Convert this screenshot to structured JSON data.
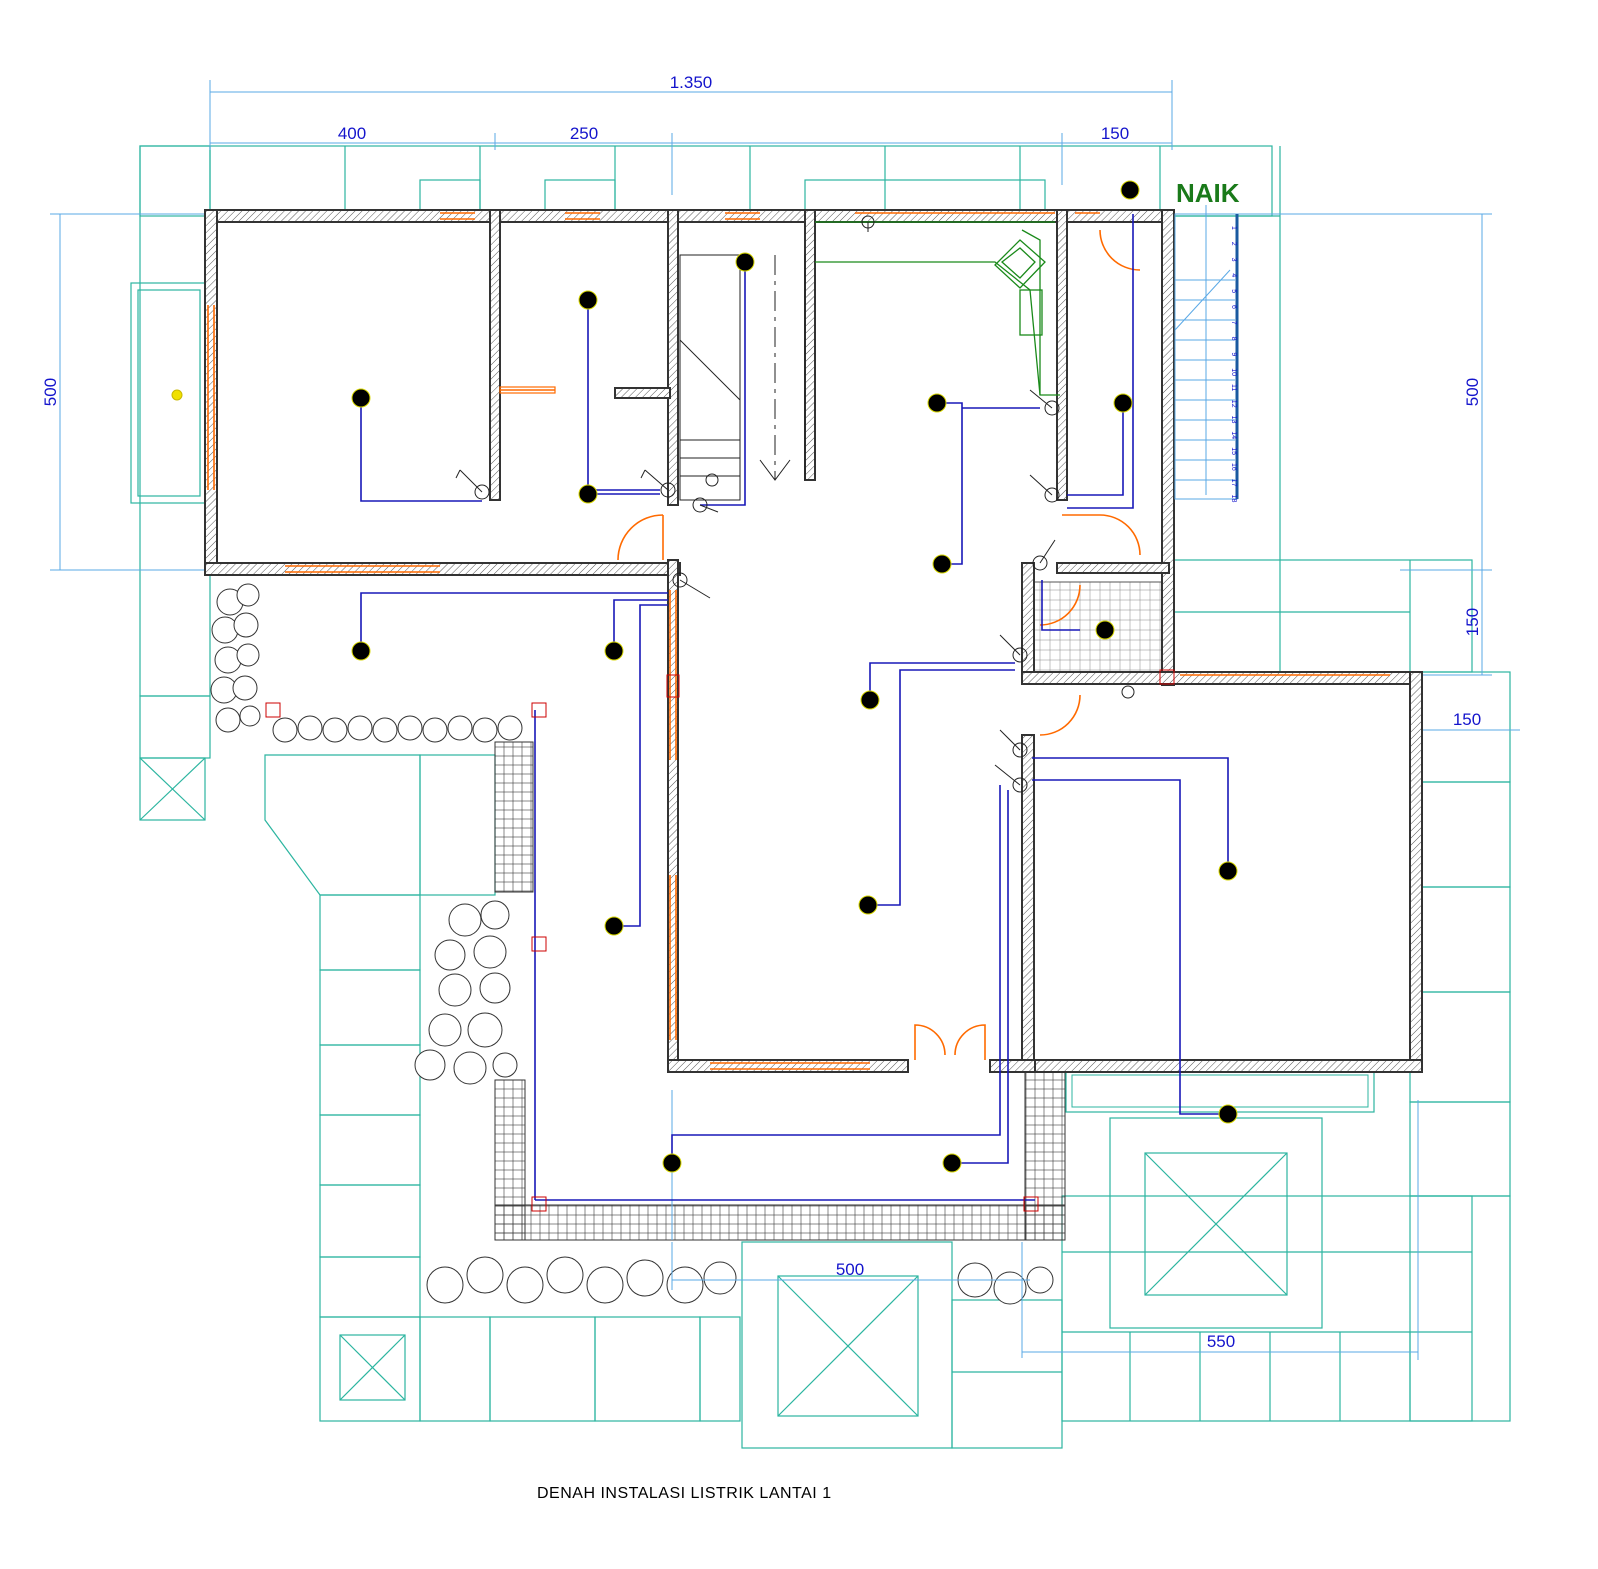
{
  "title": "DENAH INSTALASI LISTRIK LANTAI 1",
  "stair_label": "NAIK",
  "dimensions": {
    "overall_width": "1.350",
    "segment_1": "400",
    "segment_2": "250",
    "segment_3": "150",
    "left_height": "500",
    "right_height": "500",
    "right_lower_1": "150",
    "right_lower_2": "150",
    "bottom_1": "500",
    "bottom_2": "550"
  },
  "stair_steps": [
    "1",
    "2",
    "3",
    "4",
    "5",
    "6",
    "7",
    "8",
    "9",
    "10",
    "11",
    "12",
    "13",
    "14",
    "15",
    "16",
    "17",
    "18"
  ],
  "colors": {
    "wall": "#333333",
    "site_lines": "#2cb5a0",
    "dimension_lines": "#5aa9e6",
    "dimension_text": "#1414cc",
    "wiring": "#1818b8",
    "doors_windows": "#ff6a00",
    "kitchen": "#1a8a1a",
    "lamp": "#000000"
  }
}
